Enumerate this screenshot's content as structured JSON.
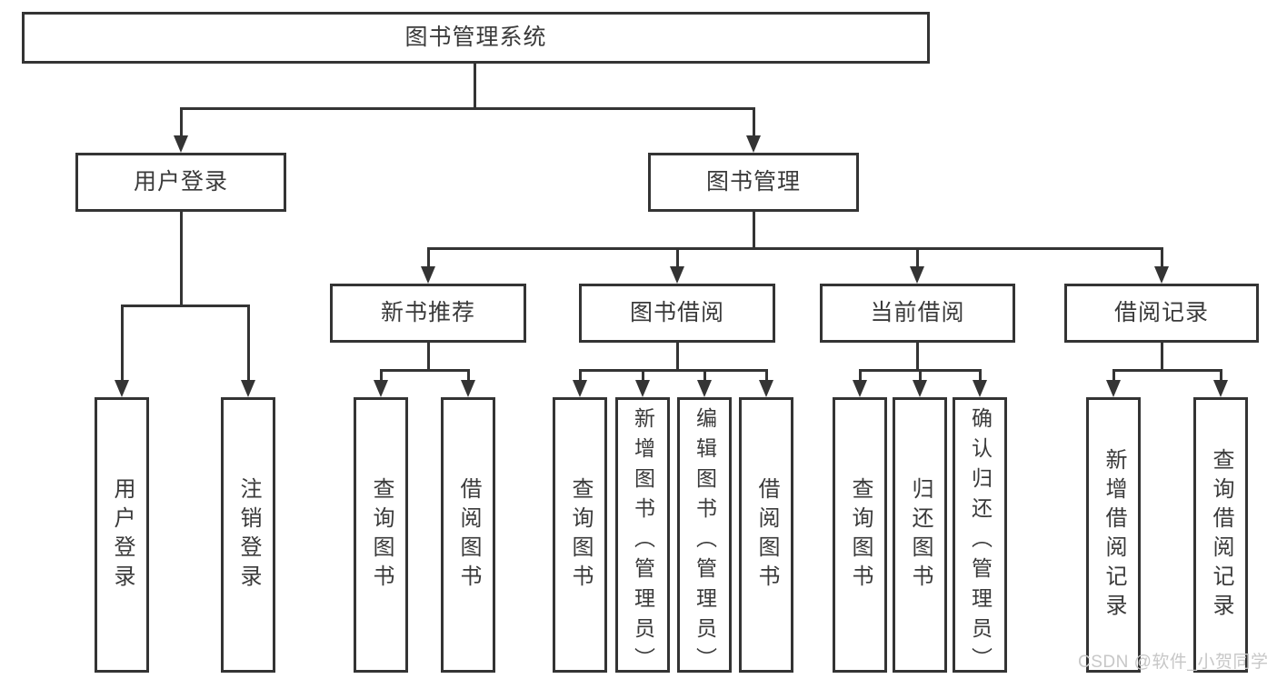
{
  "tree": {
    "root": {
      "label": "图书管理系统"
    },
    "level2": [
      {
        "label": "用户登录",
        "children": [
          {
            "label": "用户登录"
          },
          {
            "label": "注销登录"
          }
        ]
      },
      {
        "label": "图书管理"
      }
    ],
    "level3": [
      {
        "label": "新书推荐",
        "children": [
          {
            "label": "查询图书"
          },
          {
            "label": "借阅图书"
          }
        ]
      },
      {
        "label": "图书借阅",
        "children": [
          {
            "label": "查询图书"
          },
          {
            "label": "新增图书（管理员）"
          },
          {
            "label": "编辑图书（管理员）"
          },
          {
            "label": "借阅图书"
          }
        ]
      },
      {
        "label": "当前借阅",
        "children": [
          {
            "label": "查询图书"
          },
          {
            "label": "归还图书"
          },
          {
            "label": "确认归还（管理员）"
          }
        ]
      },
      {
        "label": "借阅记录",
        "children": [
          {
            "label": "新增借阅记录"
          },
          {
            "label": "查询借阅记录"
          }
        ]
      }
    ]
  },
  "watermark": "CSDN @软件_小贺同学",
  "colors": {
    "line": "#343434",
    "text": "#3a3a3a",
    "watermark": "#c7c7c7",
    "background": "#ffffff"
  }
}
